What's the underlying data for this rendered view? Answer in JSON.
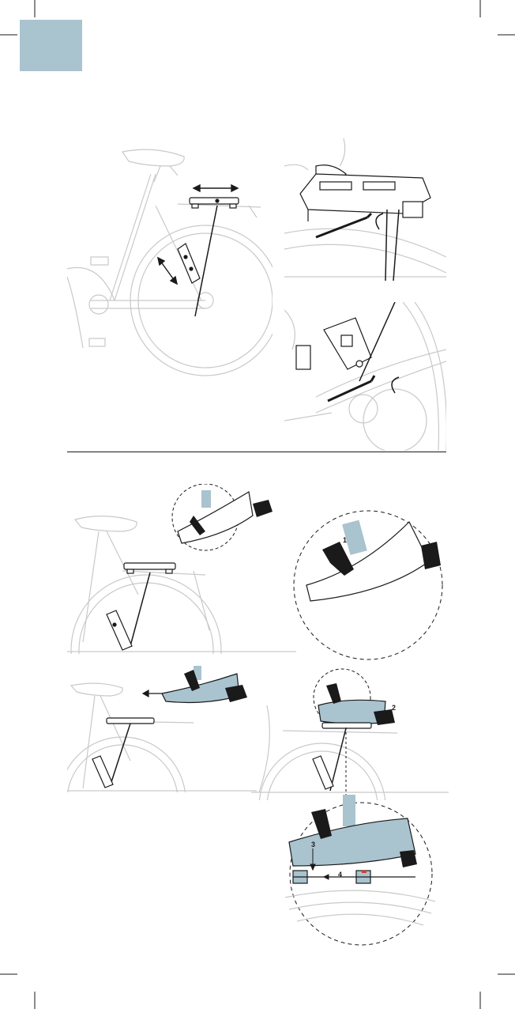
{
  "colors": {
    "accent": "#a9c3cf",
    "line": "#c9c9c9",
    "ink": "#1a1a1a",
    "highlight": "#d93a2b"
  },
  "icons": {
    "crop_marks": "crop-mark-icon",
    "double_arrow": "double-arrow-icon",
    "rotate_arrow": "rotate-arrow-icon",
    "hex_key": "hex-key-icon",
    "hand": "gloved-hand-icon",
    "push_arrow": "left-arrow-icon"
  },
  "steps": {
    "one": "1",
    "two": "2",
    "three": "3",
    "four": "4"
  }
}
